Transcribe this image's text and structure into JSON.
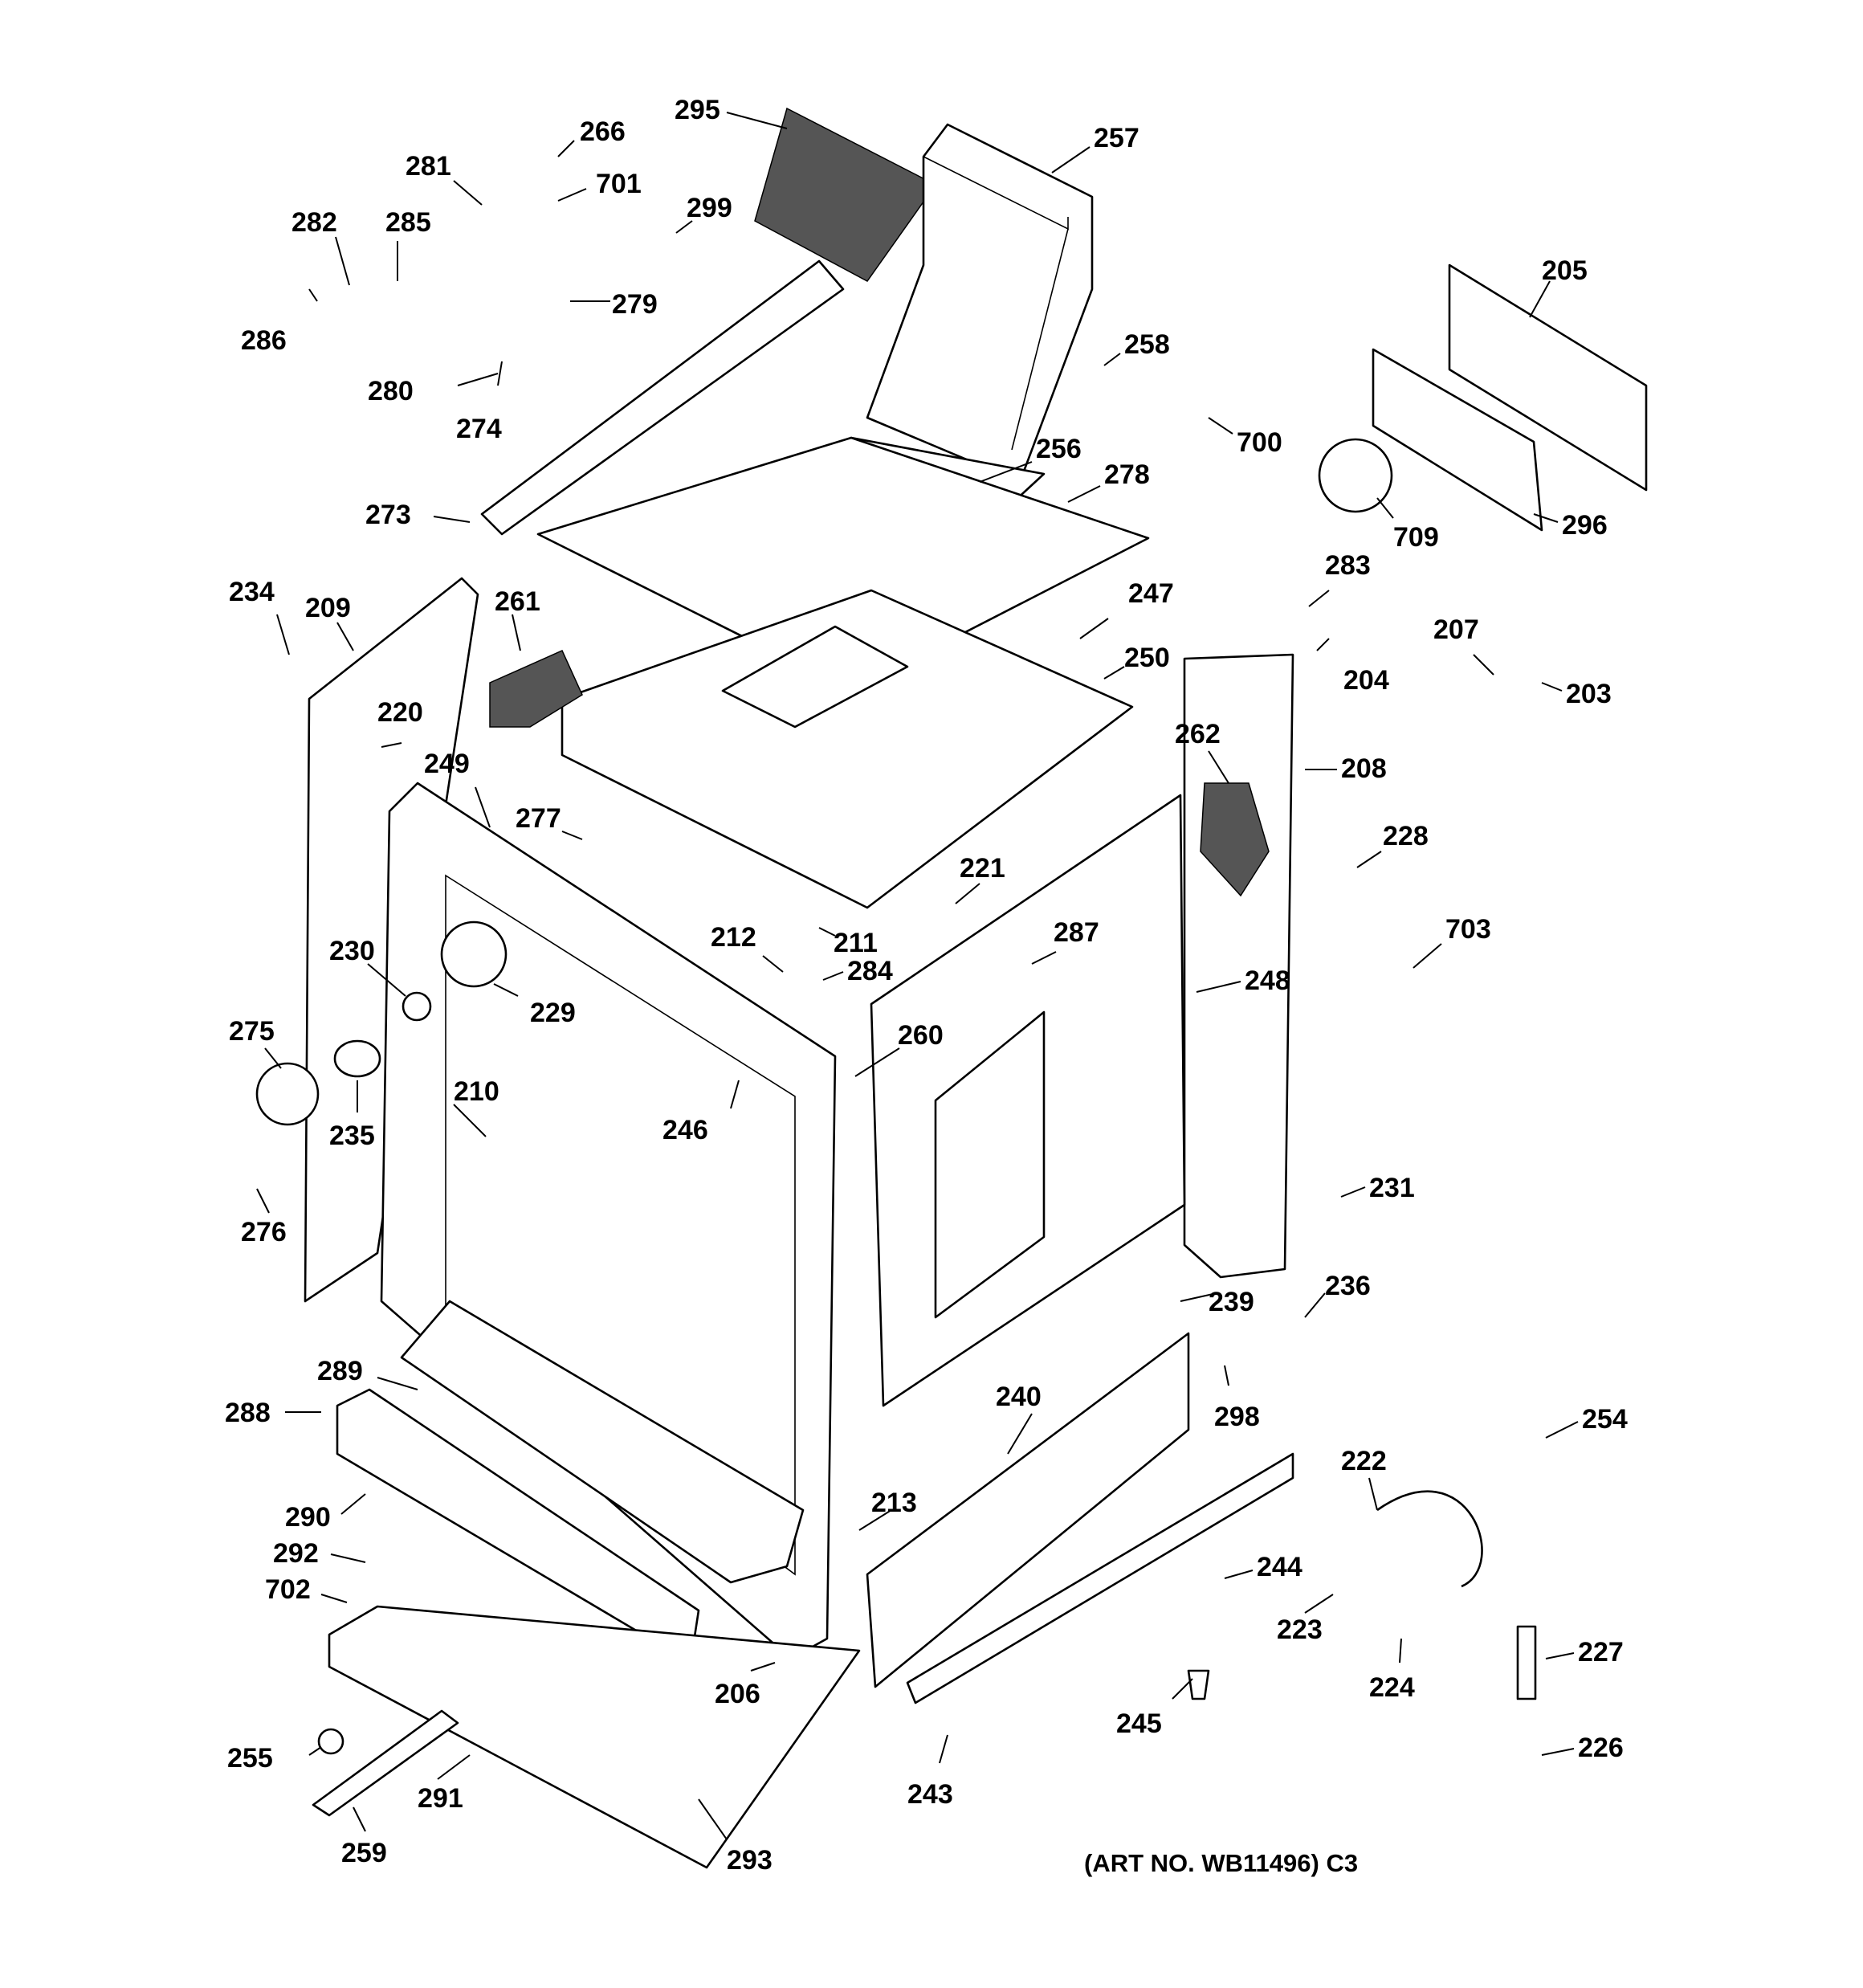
{
  "diagram": {
    "art_number": "(ART NO. WB11496) C3",
    "callouts": [
      "295",
      "257",
      "266",
      "281",
      "701",
      "299",
      "282",
      "285",
      "279",
      "286",
      "280",
      "274",
      "258",
      "700",
      "256",
      "278",
      "205",
      "709",
      "296",
      "273",
      "283",
      "234",
      "209",
      "247",
      "261",
      "250",
      "204",
      "207",
      "203",
      "220",
      "262",
      "208",
      "249",
      "277",
      "228",
      "221",
      "212",
      "211",
      "287",
      "703",
      "284",
      "230",
      "229",
      "248",
      "275",
      "260",
      "210",
      "246",
      "235",
      "231",
      "276",
      "239",
      "236",
      "289",
      "298",
      "288",
      "240",
      "254",
      "222",
      "290",
      "213",
      "244",
      "292",
      "702",
      "223",
      "227",
      "206",
      "224",
      "245",
      "255",
      "291",
      "243",
      "226",
      "259",
      "293"
    ]
  }
}
